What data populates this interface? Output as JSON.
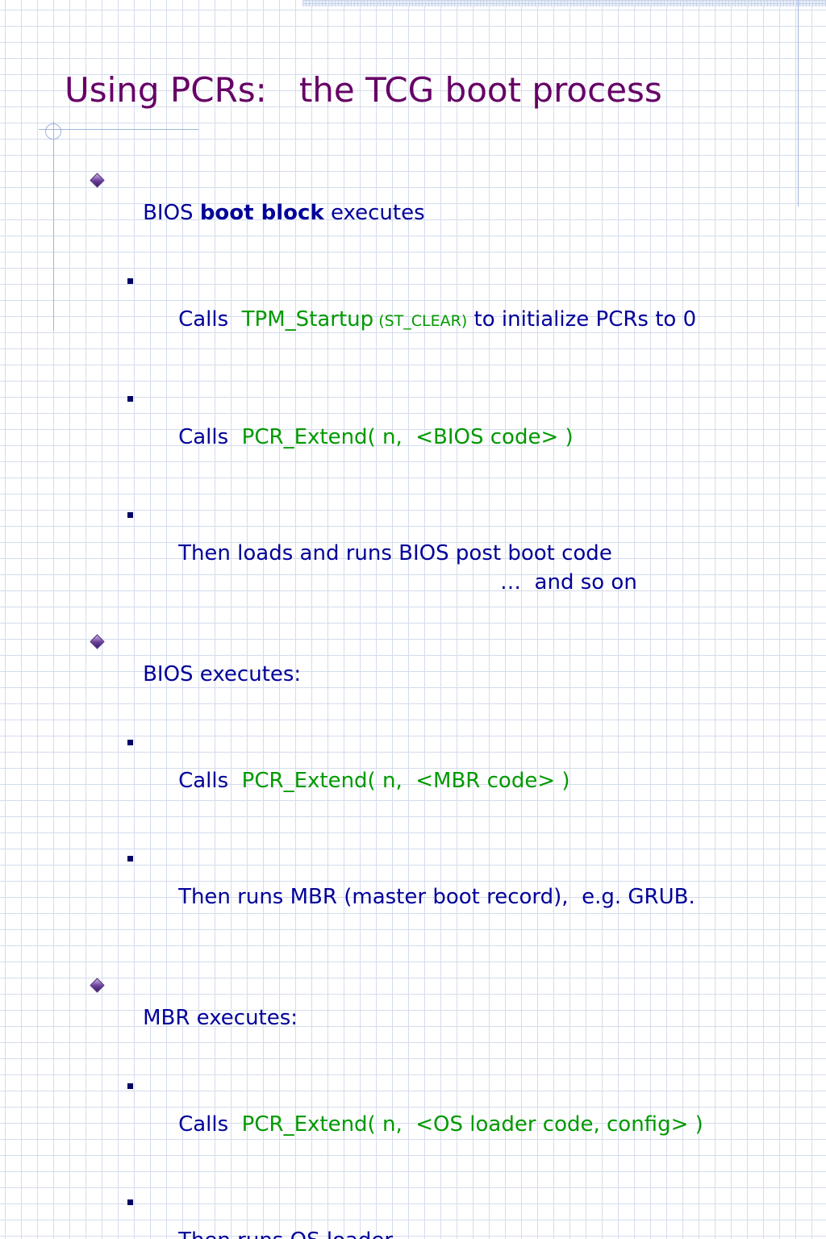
{
  "slide": {
    "title": "Using PCRs:   the TCG boot process",
    "sections": [
      {
        "intro": "BIOS ",
        "bold": "boot block",
        "rest": " executes",
        "items": [
          {
            "pre": "Calls  ",
            "fn": "TPM_Startup",
            "small": " (ST_CLEAR)",
            "post": " to initialize PCRs to 0"
          },
          {
            "pre": "Calls  ",
            "fn": "PCR_Extend( n,  <BIOS code> )"
          },
          {
            "pre": "Then loads and runs BIOS post boot code"
          }
        ]
      },
      {
        "intro": "BIOS executes:",
        "items": [
          {
            "pre": "Calls  ",
            "fn": "PCR_Extend( n,  <MBR code> )"
          },
          {
            "pre": "Then runs MBR (master boot record),  e.g. GRUB."
          }
        ]
      },
      {
        "intro": "MBR executes:",
        "items": [
          {
            "pre": "Calls  ",
            "fn": "PCR_Extend( n,  <OS loader code, config> )"
          },
          {
            "pre": "Then runs OS loader"
          }
        ]
      }
    ],
    "footer_ellipsis": "…",
    "footer_text": "  and so on"
  },
  "colors": {
    "title": "#660066",
    "body_text": "#000099",
    "code": "#009900",
    "grid": "#d4dcec"
  }
}
